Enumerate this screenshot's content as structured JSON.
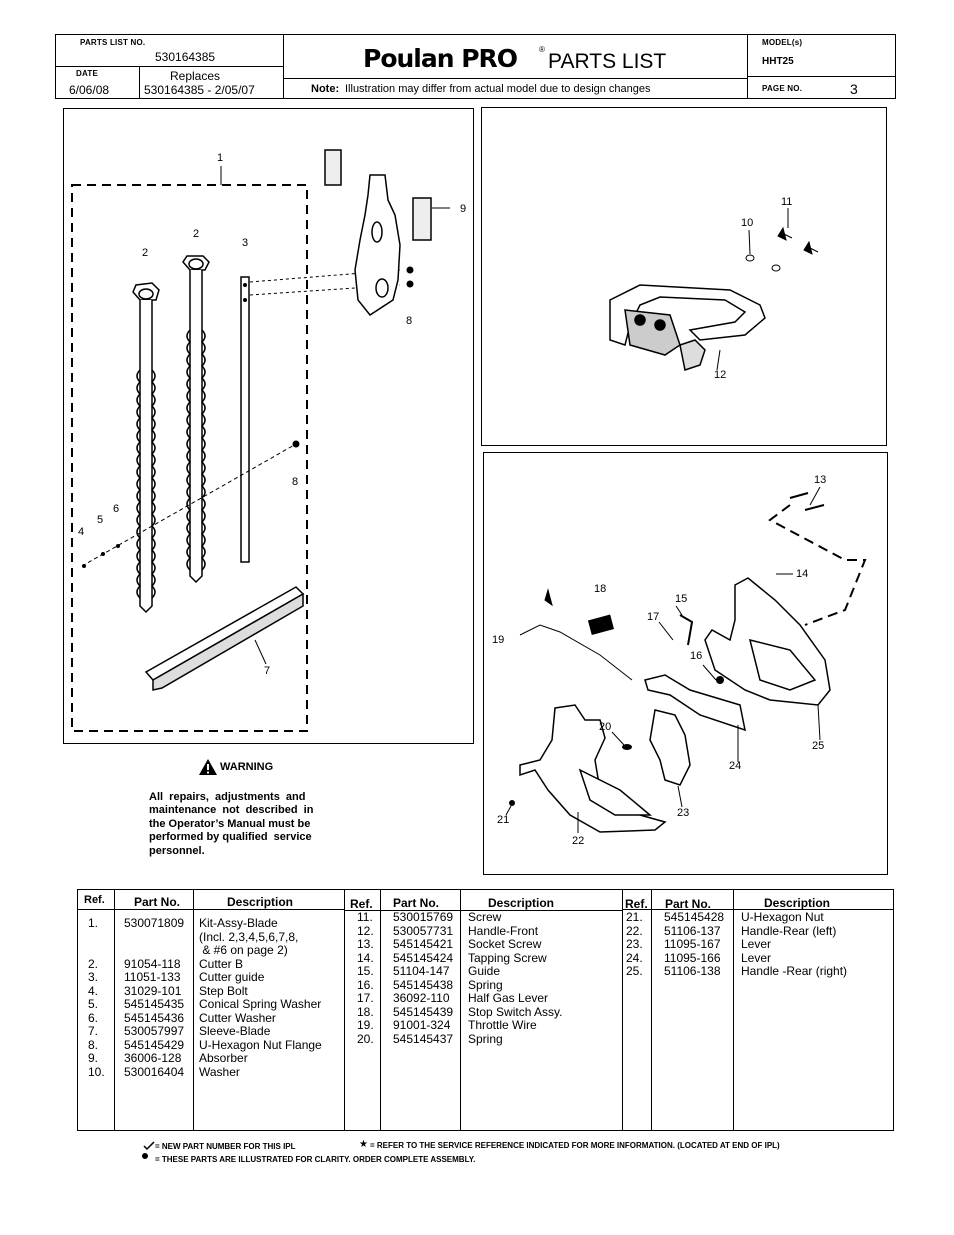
{
  "header": {
    "parts_list_no_label": "PARTS LIST NO.",
    "parts_list_no": "530164385",
    "date_label": "DATE",
    "date": "6/06/08",
    "replaces_label": "Replaces",
    "replaces": "530164385 - 2/05/07",
    "brand": "Poulan PRO",
    "brand_reg": "®",
    "title": "PARTS LIST",
    "note_bold": "Note:",
    "note": "Illustration may differ from actual model due to design changes",
    "model_label": "MODEL(s)",
    "model": "HHT25",
    "page_label": "PAGE   NO.",
    "page_no": "3"
  },
  "callouts": {
    "c1": "1",
    "c2a": "2",
    "c2b": "2",
    "c3": "3",
    "c4": "4",
    "c5": "5",
    "c6": "6",
    "c7": "7",
    "c8a": "8",
    "c8b": "8",
    "c9": "9",
    "c10": "10",
    "c11": "11",
    "c12": "12",
    "c13": "13",
    "c14": "14",
    "c15": "15",
    "c16": "16",
    "c17": "17",
    "c18": "18",
    "c19": "19",
    "c20": "20",
    "c21": "21",
    "c22": "22",
    "c23": "23",
    "c24": "24",
    "c25": "25"
  },
  "warning": {
    "title": "WARNING",
    "line1": "All  repairs,  adjustments  and",
    "line2": "maintenance  not  described  in",
    "line3": "the Operator’s Manual must be",
    "line4": "performed by qualified  service",
    "line5": "personnel."
  },
  "table": {
    "col1": {
      "ref_header": "Ref.",
      "part_header": "Part  No.",
      "desc_header": "Description",
      "refs": "1.\n\n\n2.\n3.\n4.\n5.\n6.\n7.\n8.\n9.\n10.",
      "parts": "530071809\n\n\n91054-118\n11051-133\n31029-101\n545145435\n545145436\n530057997\n545145429\n36006-128\n530016404",
      "descs": "Kit-Assy-Blade\n(Incl. 2,3,4,5,6,7,8,\n & #6 on page 2)\nCutter B\nCutter guide\nStep Bolt\nConical Spring Washer\nCutter Washer\nSleeve-Blade\nU-Hexagon Nut Flange\nAbsorber\nWasher"
    },
    "col2": {
      "ref_header": "Ref.",
      "part_header": "Part  No.",
      "desc_header": "Description",
      "refs": "11.\n12.\n13.\n14.\n15.\n16.\n17.\n18.\n19.\n20.",
      "parts": "530015769\n530057731\n545145421\n545145424\n51104-147\n545145438\n36092-110\n545145439\n91001-324\n545145437",
      "descs": "Screw\nHandle-Front\nSocket Screw\nTapping Screw\nGuide\nSpring\nHalf Gas Lever\nStop Switch Assy.\nThrottle Wire\nSpring"
    },
    "col3": {
      "ref_header": "Ref.",
      "part_header": "Part  No.",
      "desc_header": "Description",
      "refs": "21.\n22.\n23.\n24.\n25.",
      "parts": "545145428\n51106-137\n11095-167\n11095-166\n51106-138",
      "descs": "U-Hexagon Nut\nHandle-Rear (left)\nLever\nLever\nHandle -Rear (right)"
    }
  },
  "footer": {
    "new_part": "= NEW PART NUMBER FOR THIS  IPL",
    "service_ref": "= REFER TO THE SERVICE REFERENCE  INDICATED FOR MORE INFORMATION. (LOCATED AT END OF IPL)",
    "illustrated": "= THESE PARTS ARE  ILLUSTRATED FOR CLARITY.    ORDER  COMPLETE    ASSEMBLY."
  }
}
